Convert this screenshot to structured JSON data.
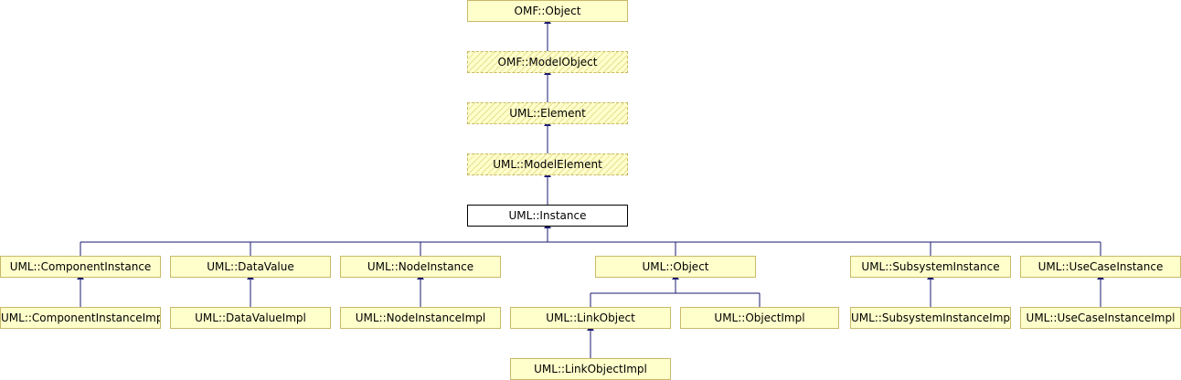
{
  "diagram": {
    "nodes": {
      "omf_object": "OMF::Object",
      "omf_modelobject": "OMF::ModelObject",
      "uml_element": "UML::Element",
      "uml_modelelement": "UML::ModelElement",
      "uml_instance": "UML::Instance",
      "uml_componentinstance": "UML::ComponentInstance",
      "uml_datavalue": "UML::DataValue",
      "uml_nodeinstance": "UML::NodeInstance",
      "uml_object": "UML::Object",
      "uml_subsysteminstance": "UML::SubsystemInstance",
      "uml_usecaseinstance": "UML::UseCaseInstance",
      "uml_componentinstanceimpl": "UML::ComponentInstanceImpl",
      "uml_datavalueimpl": "UML::DataValueImpl",
      "uml_nodeinstanceimpl": "UML::NodeInstanceImpl",
      "uml_linkobject": "UML::LinkObject",
      "uml_objectimpl": "UML::ObjectImpl",
      "uml_subsysteminstanceimpl": "UML::SubsystemInstanceImpl",
      "uml_usecaseinstanceimpl": "UML::UseCaseInstanceImpl",
      "uml_linkobjectimpl": "UML::LinkObjectImpl"
    },
    "colors": {
      "node_fill": "#ffffcc",
      "node_border": "#c8b96a",
      "edge": "#191970",
      "current_border": "#000000"
    }
  }
}
